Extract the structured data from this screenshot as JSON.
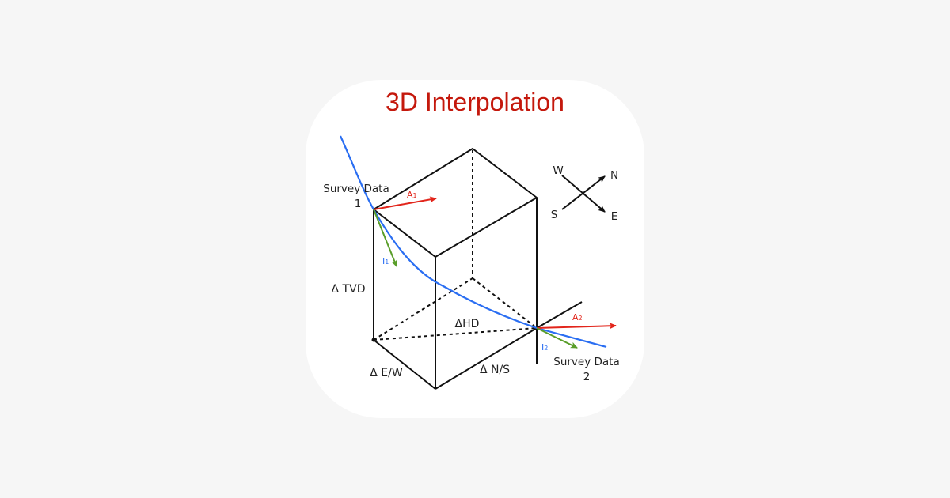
{
  "icon": {
    "title": "3D Interpolation",
    "colors": {
      "background": "#f6f6f6",
      "icon_bg": "#ffffff",
      "title": "#c4180c",
      "wellpath": "#2a6ef2",
      "azimuth_vector": "#e2251b",
      "inclination_vector": "#5a9e2a",
      "box": "#111111"
    }
  },
  "labels": {
    "survey1_line1": "Survey Data",
    "survey1_line2": "1",
    "survey2_line1": "Survey Data",
    "survey2_line2": "2",
    "a1": "A",
    "a1_sub": "1",
    "i1": "I",
    "i1_sub": "1",
    "a2": "A",
    "a2_sub": "2",
    "i2": "I",
    "i2_sub": "2",
    "tvd": "Δ TVD",
    "hd": "ΔHD",
    "ew": "Δ E/W",
    "ns": "Δ N/S"
  },
  "compass": {
    "n": "N",
    "e": "E",
    "s": "S",
    "w": "W"
  }
}
